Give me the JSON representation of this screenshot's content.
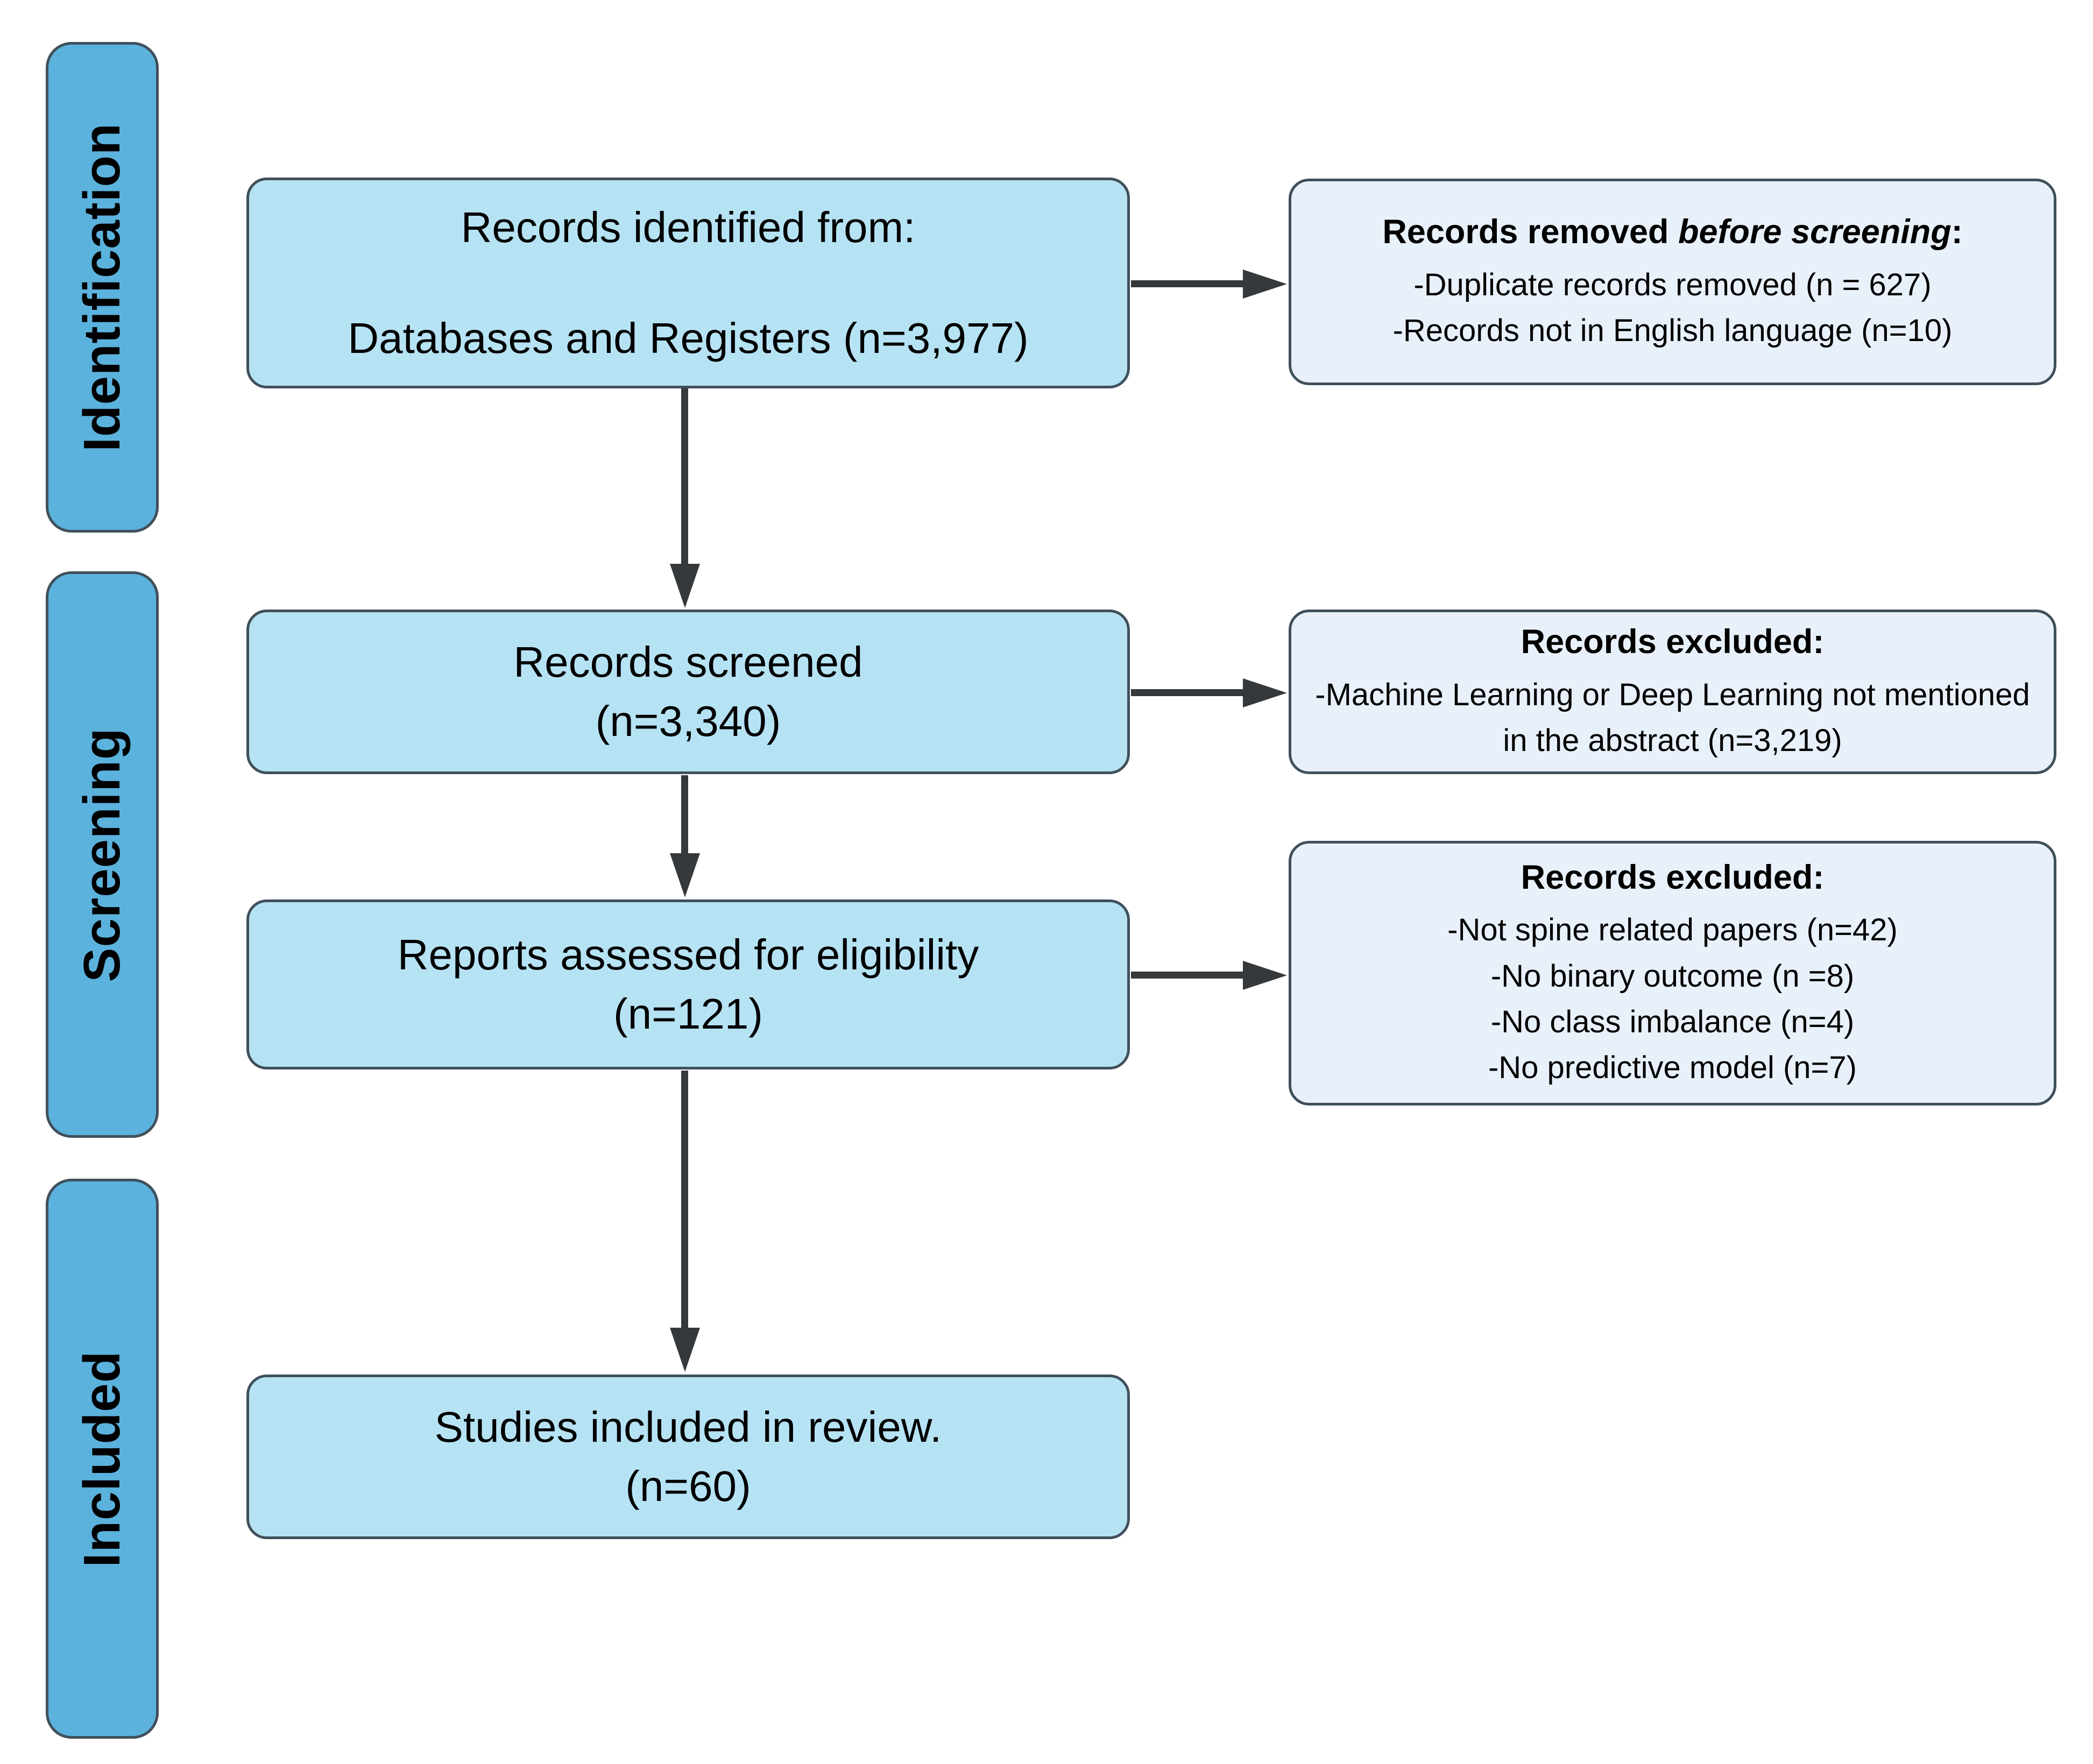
{
  "colors": {
    "sidebar_fill": "#5bb2dd",
    "main_fill": "#b6e3f4",
    "side_fill": "#e8f1fa",
    "border": "#40505b",
    "arrow": "#35393b",
    "text": "#000000",
    "background": "#ffffff"
  },
  "stages": [
    {
      "label": "Identification"
    },
    {
      "label": "Screening"
    },
    {
      "label": "Included"
    }
  ],
  "main_boxes": [
    {
      "lines": [
        "Records identified from:",
        "Databases and Registers (n=3,977)"
      ]
    },
    {
      "lines": [
        "Records screened",
        "(n=3,340)"
      ]
    },
    {
      "lines": [
        "Reports assessed for eligibility",
        "(n=121)"
      ]
    },
    {
      "lines": [
        "Studies included in review.",
        "(n=60)"
      ]
    }
  ],
  "side_boxes": [
    {
      "title_prefix": "Records removed ",
      "title_italic": "before screening",
      "title_suffix": ":",
      "items": [
        "-Duplicate records removed (n = 627)",
        "-Records not in English language (n=10)"
      ]
    },
    {
      "title": "Records excluded:",
      "items": [
        "-Machine Learning or Deep Learning not mentioned in the abstract (n=3,219)"
      ]
    },
    {
      "title": "Records excluded:",
      "items": [
        "-Not spine related papers (n=42)",
        "-No binary outcome (n =8)",
        "-No class imbalance (n=4)",
        "-No predictive model (n=7)"
      ]
    }
  ]
}
